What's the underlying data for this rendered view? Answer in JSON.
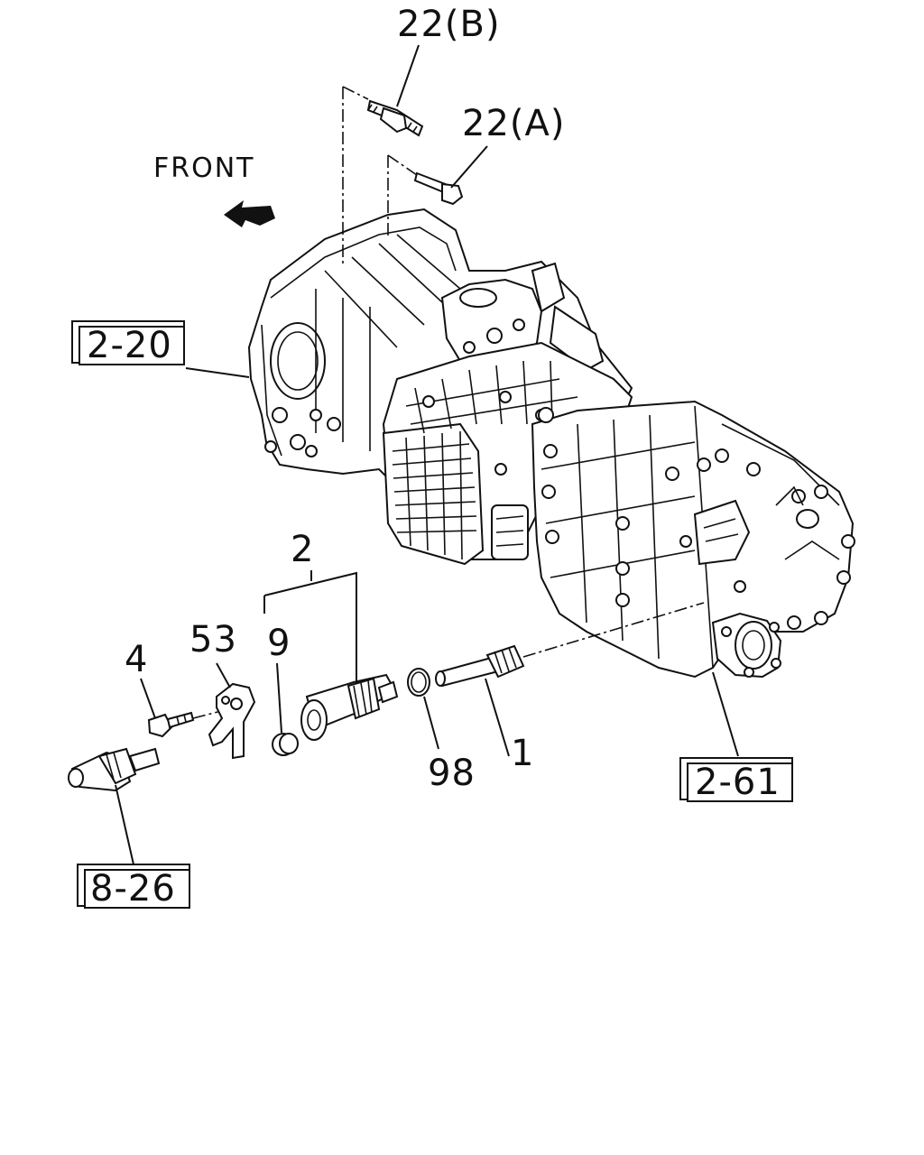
{
  "diagram": {
    "front_label": "FRONT",
    "callouts": {
      "bolt_b": "22(B)",
      "bolt_a": "22(A)",
      "assy": "2",
      "bracket": "53",
      "seal": "9",
      "bolt_small": "4",
      "oring": "98",
      "driven_gear": "1"
    },
    "reference_boxes": {
      "bell_housing": "2-20",
      "extension_housing": "2-61",
      "speed_sensor": "8-26"
    }
  }
}
